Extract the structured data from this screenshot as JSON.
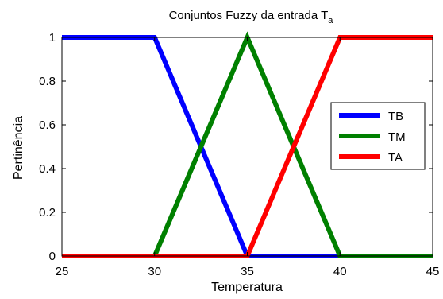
{
  "chart_data": {
    "type": "line",
    "title_main": "Conjuntos Fuzzy da entrada T",
    "title_subscript": "a",
    "xlabel": "Temperatura",
    "ylabel": "Pertinência",
    "xlim": [
      25,
      45
    ],
    "ylim": [
      0,
      1
    ],
    "xticks": [
      25,
      30,
      35,
      40,
      45
    ],
    "yticks": [
      0,
      0.2,
      0.4,
      0.6,
      0.8,
      1
    ],
    "xtick_labels": [
      "25",
      "30",
      "35",
      "40",
      "45"
    ],
    "ytick_labels": [
      "0",
      "0.2",
      "0.4",
      "0.6",
      "0.8",
      "1"
    ],
    "grid": false,
    "legend_position": "right",
    "series": [
      {
        "name": "TB",
        "color": "#0000ff",
        "x": [
          25,
          30,
          35,
          45
        ],
        "y": [
          1,
          1,
          0,
          0
        ]
      },
      {
        "name": "TM",
        "color": "#008000",
        "x": [
          25,
          30,
          35,
          40,
          45
        ],
        "y": [
          0,
          0,
          1,
          0,
          0
        ]
      },
      {
        "name": "TA",
        "color": "#ff0000",
        "x": [
          25,
          35,
          40,
          45
        ],
        "y": [
          0,
          0,
          1,
          1
        ]
      }
    ]
  }
}
